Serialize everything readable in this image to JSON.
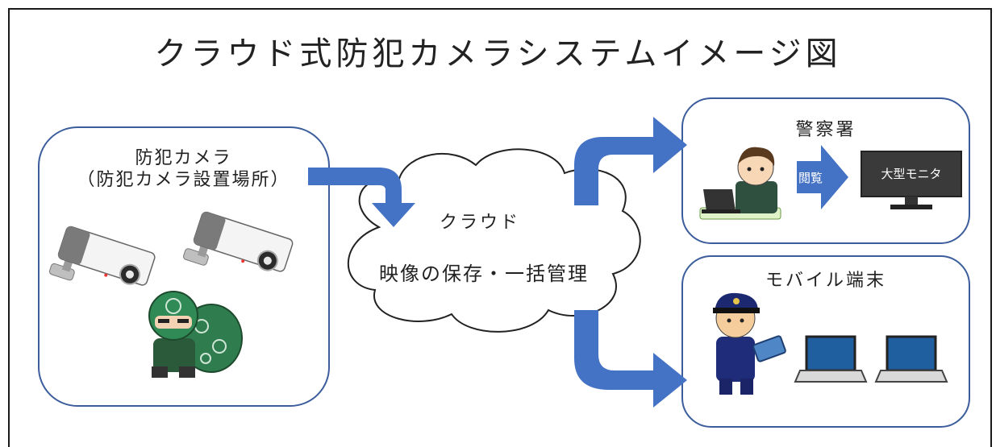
{
  "diagram": {
    "title": "クラウド式防犯カメラシステムイメージ図",
    "camera_box": {
      "line1": "防犯カメラ",
      "line2": "（防犯カメラ設置場所）"
    },
    "cloud": {
      "label": "クラウド",
      "description": "映像の保存・一括管理"
    },
    "police_station_box": {
      "label": "警察署",
      "arrow_label": "閲覧",
      "monitor_label": "大型モニタ"
    },
    "mobile_box": {
      "label": "モバイル端末"
    }
  },
  "colors": {
    "arrow_blue": "#4472c4",
    "box_border": "#3b5d9c",
    "monitor_screen": "#3a3a3a"
  },
  "icons": [
    "security-camera-icon",
    "thief-icon",
    "officer-at-laptop-icon",
    "monitor-icon",
    "police-officer-with-tablet-icon",
    "laptop-icon"
  ]
}
